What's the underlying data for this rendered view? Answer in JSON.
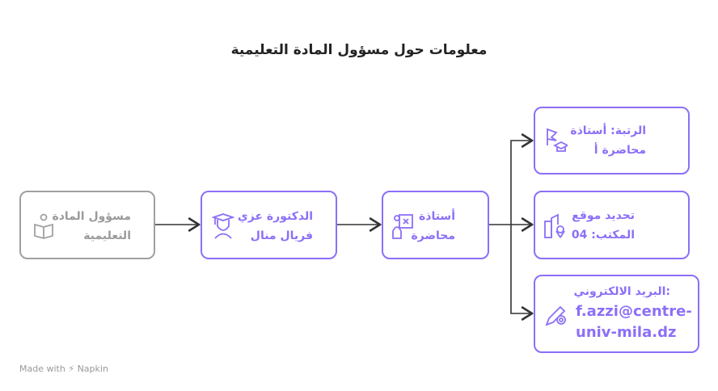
{
  "title": "معلومات حول مسؤول المادة التعليمية",
  "nodes": [
    {
      "lines": [
        "مسؤول المادة",
        "التعليمية"
      ],
      "icon": "reading-person-icon"
    },
    {
      "lines": [
        "الدكتورة عزي",
        "فريال منال"
      ],
      "icon": "graduate-woman-icon"
    },
    {
      "lines": [
        "أستاذة",
        "محاضرة"
      ],
      "icon": "teacher-board-icon"
    },
    {
      "lines": [
        "الرتبة: أستاذة",
        "محاضرة أ"
      ],
      "icon": "flag-graduation-cap-icon"
    },
    {
      "lines": [
        "تحديد موقع",
        "المكتب: 04"
      ],
      "icon": "building-location-icon"
    },
    {
      "lines": [
        ":البريد الالكتروني",
        "f.azzi@centre-",
        "univ-mila.dz"
      ],
      "icon": "pencil-at-icon"
    }
  ],
  "footer": {
    "made_with": "Made with",
    "brand": "Napkin"
  },
  "colors": {
    "accent": "#8c6ff7",
    "muted": "#9a9a9a",
    "line": "#333333"
  }
}
